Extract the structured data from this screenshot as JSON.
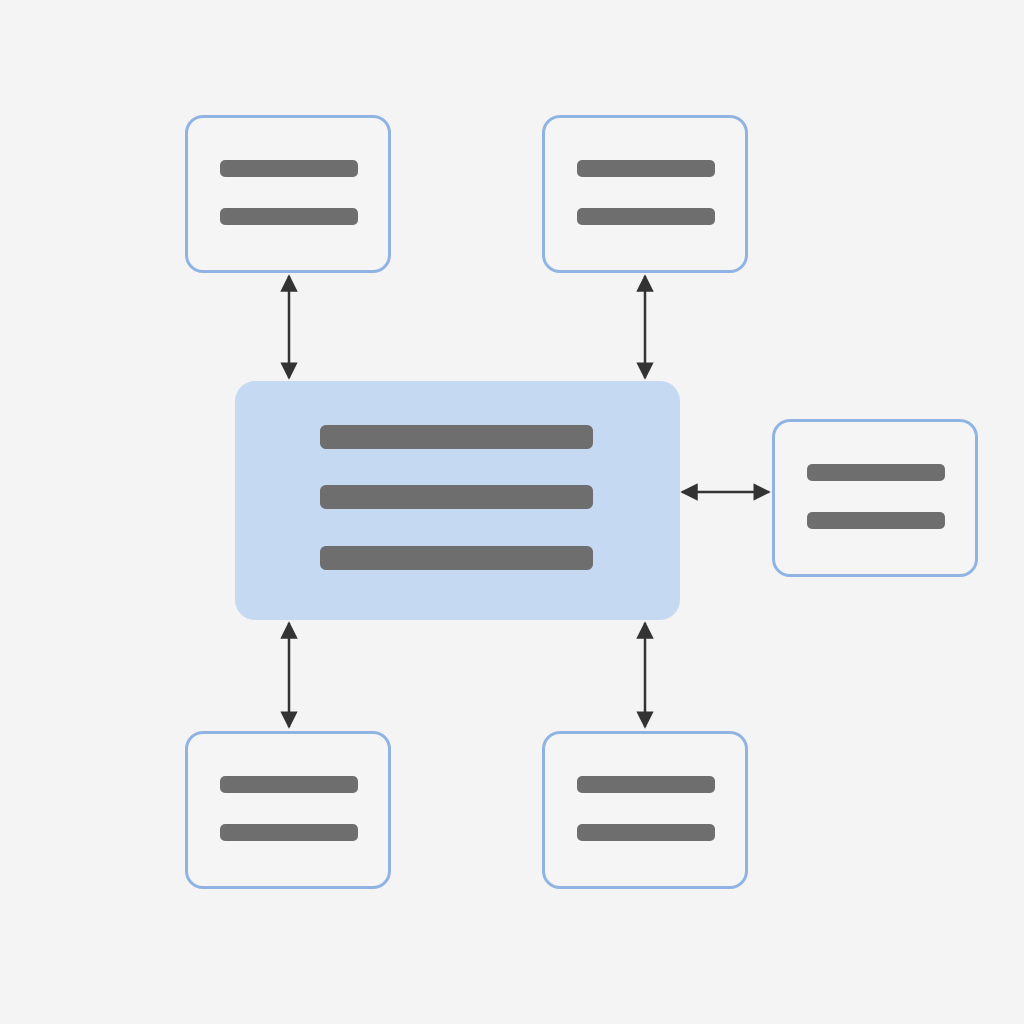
{
  "diagram": {
    "type": "hub-and-spoke",
    "hub": {
      "placeholder_lines": 3
    },
    "nodes": [
      {
        "id": "top-left",
        "placeholder_lines": 2
      },
      {
        "id": "top-right",
        "placeholder_lines": 2
      },
      {
        "id": "right",
        "placeholder_lines": 2
      },
      {
        "id": "bottom-left",
        "placeholder_lines": 2
      },
      {
        "id": "bottom-right",
        "placeholder_lines": 2
      }
    ],
    "connections": [
      {
        "from": "hub",
        "to": "top-left",
        "direction": "bidirectional"
      },
      {
        "from": "hub",
        "to": "top-right",
        "direction": "bidirectional"
      },
      {
        "from": "hub",
        "to": "right",
        "direction": "bidirectional"
      },
      {
        "from": "hub",
        "to": "bottom-left",
        "direction": "bidirectional"
      },
      {
        "from": "hub",
        "to": "bottom-right",
        "direction": "bidirectional"
      }
    ]
  },
  "colors": {
    "background": "#f4f4f4",
    "hub_fill": "#c5daf2",
    "node_border": "#8fb4e3",
    "node_fill": "#f5f5f5",
    "text_placeholder": "#6e6e6e",
    "arrow": "#333333"
  }
}
